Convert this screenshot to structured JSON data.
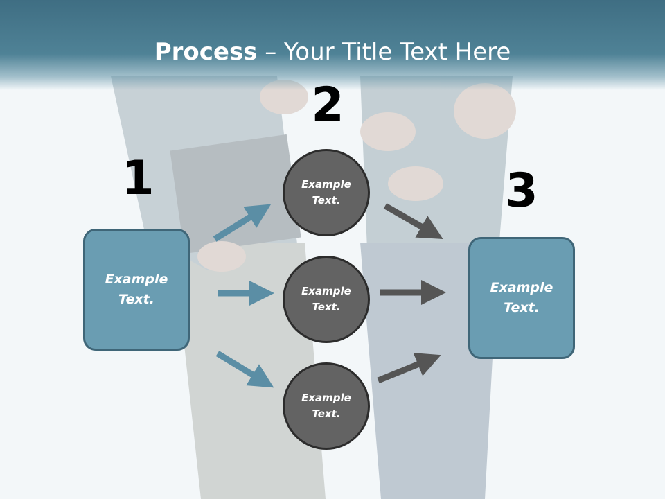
{
  "title": {
    "bold": "Process",
    "rest": " – Your Title Text Here"
  },
  "steps": [
    {
      "number": "1"
    },
    {
      "number": "2"
    },
    {
      "number": "3"
    }
  ],
  "left_box": {
    "text": "Example\nText."
  },
  "right_box": {
    "text": "Example\nText."
  },
  "circles": [
    {
      "text": "Example\nText."
    },
    {
      "text": "Example\nText."
    },
    {
      "text": "Example\nText."
    }
  ],
  "colors": {
    "header": "#4a7b90",
    "box_fill": "#6a9db2",
    "box_border": "#3f6678",
    "circle_fill": "#636363",
    "blue_arrow": "#5b8ea5",
    "gray_arrow": "#555555"
  }
}
